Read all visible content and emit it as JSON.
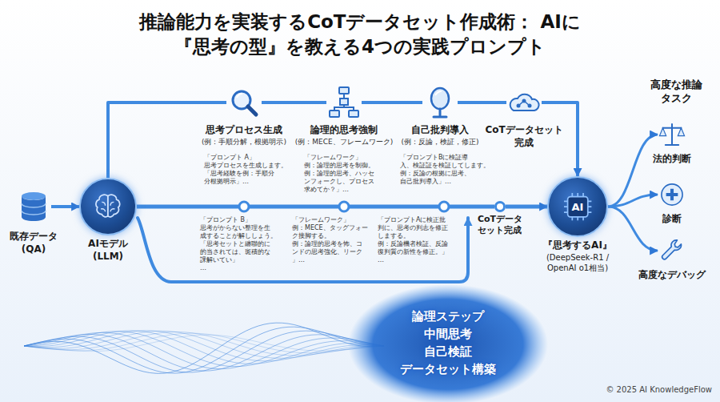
{
  "diagram": {
    "title": "推論能力を実装するCoTデータセット作成術： AIに『思考の型』を教える4つの実践プロンプト",
    "nodes": [
      {
        "text": [
          "既存データ (QA)"
        ]
      },
      {
        "text": [
          "AIモデル (LLM)"
        ]
      },
      {
        "text": [
          "思考プロセス生成",
          "(例：手順分解，根拠明示)"
        ]
      },
      {
        "text": [
          "論理的思考強制",
          "(例：MECE、フレームワーク)"
        ]
      },
      {
        "text": [
          "自己批判導入",
          "(例：反論，検証，修正)"
        ]
      },
      {
        "text": [
          "CoTデータセット 完成"
        ]
      },
      {
        "text": [
          "CoTデータ セット完成"
        ]
      },
      {
        "text": [
          "AI",
          "『思考するAI』",
          "(DeepSeek-R1 / OpenAI o1相当)"
        ]
      },
      {
        "text": [
          "法的判断"
        ]
      },
      {
        "text": [
          "診断"
        ]
      },
      {
        "text": [
          "高度なデバッグ"
        ]
      }
    ],
    "edges": [
      {
        "from": 0,
        "to": 1,
        "arrow": "to"
      },
      {
        "from": 1,
        "to": 2,
        "arrow": "none"
      },
      {
        "from": 2,
        "to": 3,
        "arrow": "none"
      },
      {
        "from": 3,
        "to": 4,
        "arrow": "none"
      },
      {
        "from": 4,
        "to": 5,
        "arrow": "none"
      },
      {
        "from": 5,
        "to": 7,
        "arrow": "to"
      },
      {
        "from": 1,
        "to": 6,
        "arrow": "none"
      },
      {
        "from": 6,
        "to": 7,
        "arrow": "to"
      },
      {
        "from": 7,
        "to": 8,
        "arrow": "to"
      },
      {
        "from": 7,
        "to": 9,
        "arrow": "to"
      },
      {
        "from": 7,
        "to": 10,
        "arrow": "to"
      }
    ],
    "labels": [
      "「プロンプト A」",
      "思考プロセスを生成します。",
      "「思考経験を例：手順分",
      "分根拠明示」…",
      "「フレームワーク」",
      "例：論理的思考を制御。",
      "例：論理的思考、ハッセ",
      "ンフォークし、プロセス",
      "求めてか？」…",
      "「プロンプトBに検証導",
      "入、検証証を検証してします。",
      "例：反論の根拠に思考、",
      "自己批判導入」…",
      "「プロンプト B」",
      "思考がからない整理を生",
      "成することが解ししょう。",
      "「思考セットと纏聯的に",
      "的当されては、斑積的な",
      "課解いてい」",
      "…",
      "「フレームワーク」",
      "例：MECE、タッグフォー",
      "ク接脚する。",
      "例：論理的思考を怖、コ",
      "ンドの思考強化、リーク",
      "」…",
      "「プロンプトAに検正批",
      "判に、思考の判志を修正",
      "しまする。",
      "例：反論機者検証、反論",
      "復判質の新性を修正。」",
      "…",
      "高度な推論 タスク",
      "論理ステップ",
      "中間思考",
      "自己検証",
      "データセット構築",
      "© 2025 AI KnowledgeFlow"
    ]
  }
}
